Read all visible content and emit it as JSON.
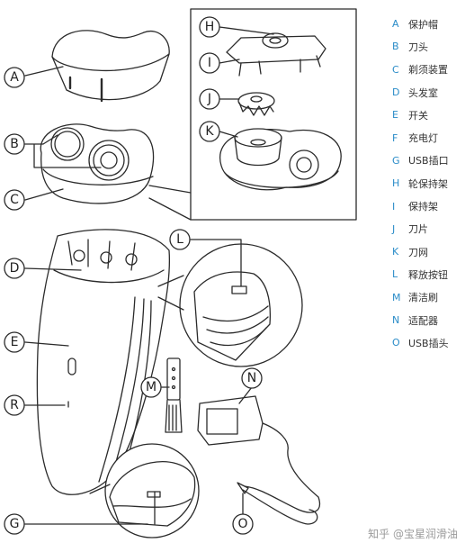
{
  "callouts": {
    "A": "A",
    "B": "B",
    "C": "C",
    "D": "D",
    "E": "E",
    "R": "R",
    "G": "G",
    "H": "H",
    "I": "I",
    "J": "J",
    "K": "K",
    "L": "L",
    "M": "M",
    "N": "N",
    "O": "O"
  },
  "legend": [
    {
      "code": "A",
      "name": "保护帽"
    },
    {
      "code": "B",
      "name": "刀头"
    },
    {
      "code": "C",
      "name": "剃须装置"
    },
    {
      "code": "D",
      "name": "头发室"
    },
    {
      "code": "E",
      "name": "开关"
    },
    {
      "code": "F",
      "name": "充电灯"
    },
    {
      "code": "G",
      "name": "USB插口"
    },
    {
      "code": "H",
      "name": "轮保持架"
    },
    {
      "code": "I",
      "name": "保持架"
    },
    {
      "code": "J",
      "name": "刀片"
    },
    {
      "code": "K",
      "name": "刀网"
    },
    {
      "code": "L",
      "name": "释放按钮"
    },
    {
      "code": "M",
      "name": "清洁刷"
    },
    {
      "code": "N",
      "name": "适配器"
    },
    {
      "code": "O",
      "name": "USB插头"
    }
  ],
  "watermark": "知乎 @宝星润滑油",
  "colors": {
    "legend_code": "#2a8cc8",
    "line": "#2b2b2b"
  }
}
